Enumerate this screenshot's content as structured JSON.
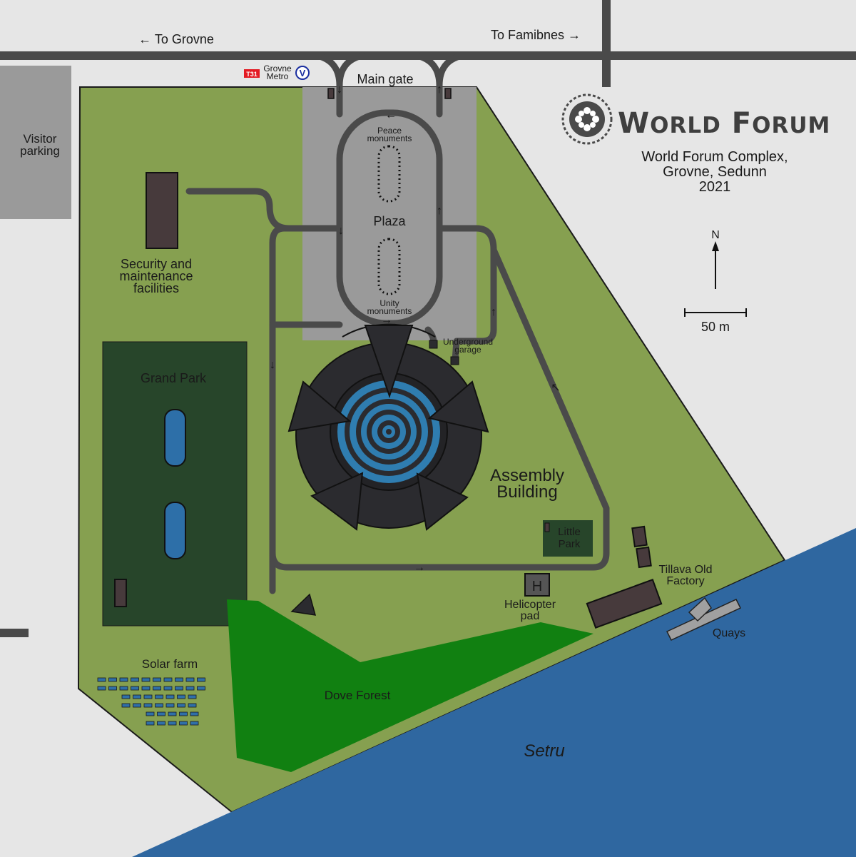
{
  "colors": {
    "background": "#e6e6e6",
    "grass": "#86a050",
    "road": "#4a4a4a",
    "plaza": "#9a9a9a",
    "park": "#27452a",
    "forest": "#118011",
    "water": "#2f67a0",
    "building": "#473a3c",
    "assembly": "#2b2b2f",
    "assembly_pool": "#2f7db0",
    "pond": "#2d6fa8",
    "metro_badge": "#e31b23",
    "metro_logo": "#1a2ea0"
  },
  "roads": {
    "west_label": "← To Grovne",
    "east_label": "To Famibnes →"
  },
  "metro": {
    "line_badge": "T31",
    "station_line1": "Grovne",
    "station_line2": "Metro",
    "logo_letter": "V"
  },
  "labels": {
    "main_gate": "Main gate",
    "visitor_parking_line1": "Visitor",
    "visitor_parking_line2": "parking",
    "security_line1": "Security and",
    "security_line2": "maintenance",
    "security_line3": "facilities",
    "plaza": "Plaza",
    "peace_line1": "Peace",
    "peace_line2": "monuments",
    "unity_line1": "Unity",
    "unity_line2": "monuments",
    "garage_line1": "Underground",
    "garage_line2": "garage",
    "grand_park": "Grand Park",
    "assembly_line1": "Assembly",
    "assembly_line2": "Building",
    "little_park_line1": "Little",
    "little_park_line2": "Park",
    "helipad_letter": "H",
    "helipad_line1": "Helicopter",
    "helipad_line2": "pad",
    "factory_line1": "Tillava Old",
    "factory_line2": "Factory",
    "quays": "Quays",
    "solar_farm": "Solar farm",
    "dove_forest": "Dove Forest",
    "river": "Setru"
  },
  "traffic_arrows": {
    "west": "←",
    "east": "→",
    "south": "↓",
    "north": "↑",
    "diagonal": "↖"
  },
  "header": {
    "logo_title": "World Forum",
    "subtitle_line1": "World Forum Complex,",
    "subtitle_line2": "Grovne, Sedunn",
    "subtitle_line3": "2021"
  },
  "compass": {
    "north_label": "N"
  },
  "scale_bar": {
    "label": "50 m"
  },
  "icons": {
    "logo": "world-forum-emblem-icon",
    "metro": "metro-logo-icon",
    "compass": "north-arrow-icon"
  }
}
